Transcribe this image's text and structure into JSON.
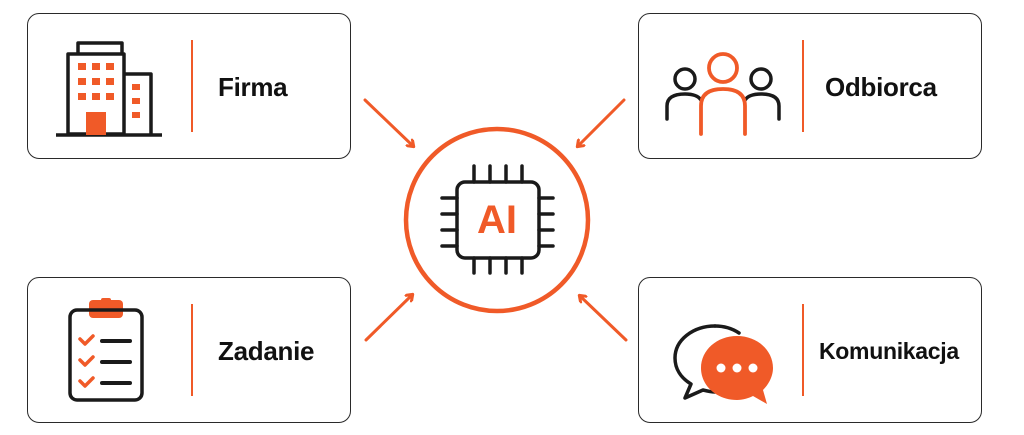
{
  "center": {
    "label": "AI"
  },
  "cards": {
    "firma": {
      "label": "Firma",
      "icon": "building-icon"
    },
    "odbiorca": {
      "label": "Odbiorca",
      "icon": "people-icon"
    },
    "zadanie": {
      "label": "Zadanie",
      "icon": "clipboard-checklist-icon"
    },
    "komunikacja": {
      "label": "Komunikacja",
      "icon": "chat-bubbles-icon"
    }
  },
  "colors": {
    "accent": "#f05a28",
    "stroke": "#1a1a1a",
    "border": "#2a2a2a"
  }
}
